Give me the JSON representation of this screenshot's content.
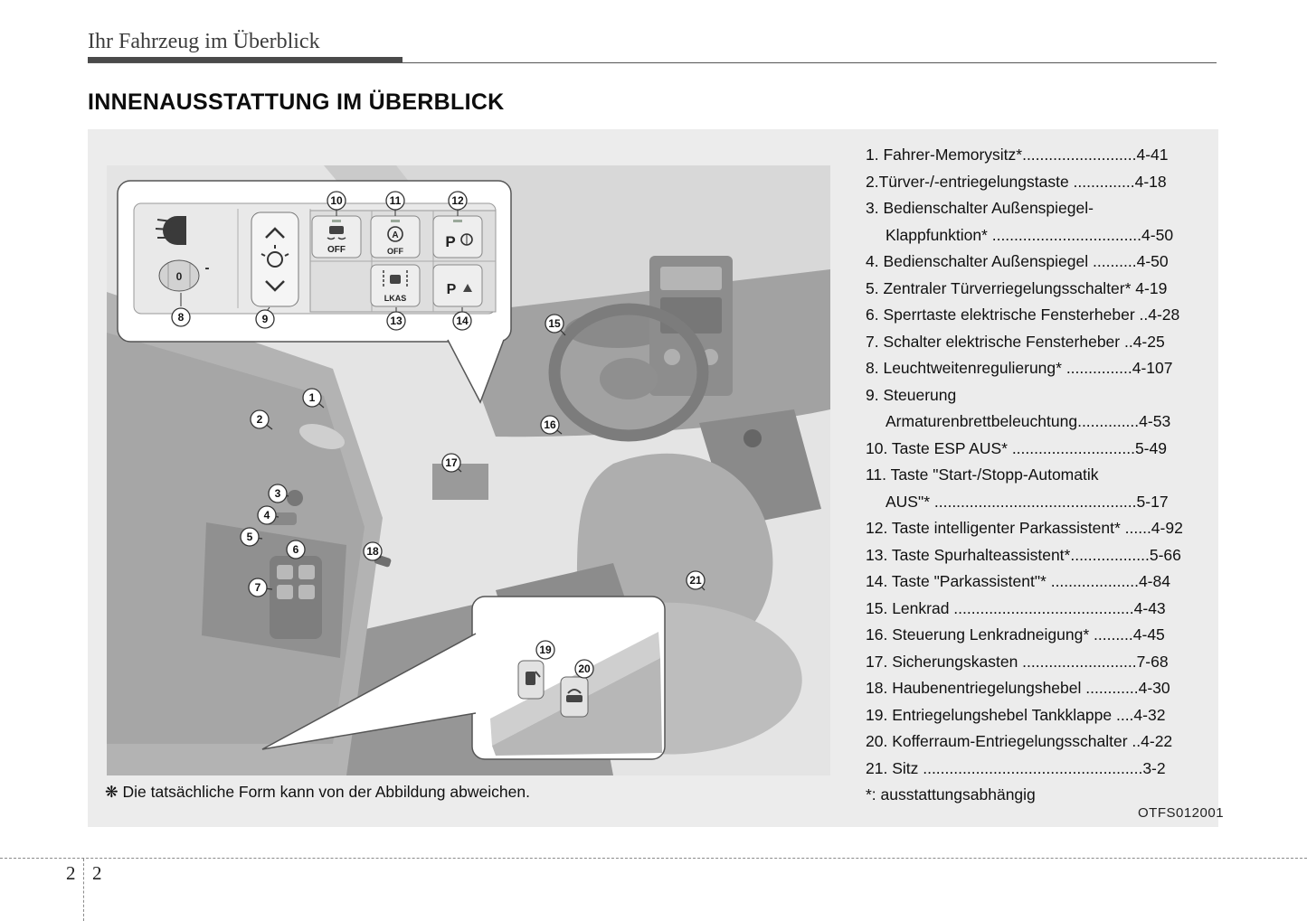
{
  "page": {
    "chapter_header": "Ihr Fahrzeug im Überblick",
    "section_title": "INNENAUSSTATTUNG IM ÜBERBLICK",
    "footnote": "❋ Die tatsächliche Form kann von der Abbildung abweichen.",
    "image_code": "OTFS012001",
    "footer_chapter": "2",
    "footer_page": "2"
  },
  "index": {
    "lines": [
      {
        "text": "1. Fahrer-Memorysitz*..........................4-41",
        "indent": false
      },
      {
        "text": "2.Türver-/-entriegelungstaste ..............4-18",
        "indent": false
      },
      {
        "text": "3. Bedienschalter Außenspiegel-",
        "indent": false
      },
      {
        "text": "Klappfunktion* ..................................4-50",
        "indent": true
      },
      {
        "text": "4. Bedienschalter Außenspiegel ..........4-50",
        "indent": false
      },
      {
        "text": "5. Zentraler Türverriegelungsschalter* 4-19",
        "indent": false
      },
      {
        "text": "6. Sperrtaste elektrische Fensterheber ..4-28",
        "indent": false
      },
      {
        "text": "7. Schalter elektrische Fensterheber ..4-25",
        "indent": false
      },
      {
        "text": "8. Leuchtweitenregulierung* ...............4-107",
        "indent": false
      },
      {
        "text": "9. Steuerung",
        "indent": false
      },
      {
        "text": "Armaturenbrettbeleuchtung..............4-53",
        "indent": true
      },
      {
        "text": "10. Taste ESP AUS* ............................5-49",
        "indent": false
      },
      {
        "text": "11. Taste \"Start-/Stopp-Automatik",
        "indent": false
      },
      {
        "text": "AUS\"* ..............................................5-17",
        "indent": true
      },
      {
        "text": "12. Taste intelligenter Parkassistent* ......4-92",
        "indent": false
      },
      {
        "text": "13. Taste Spurhalteassistent*..................5-66",
        "indent": false
      },
      {
        "text": "14. Taste \"Parkassistent\"* ....................4-84",
        "indent": false
      },
      {
        "text": "15. Lenkrad .........................................4-43",
        "indent": false
      },
      {
        "text": "16. Steuerung Lenkradneigung* .........4-45",
        "indent": false
      },
      {
        "text": "17. Sicherungskasten ..........................7-68",
        "indent": false
      },
      {
        "text": "18. Haubenentriegelungshebel ............4-30",
        "indent": false
      },
      {
        "text": "19. Entriegelungshebel Tankklappe ....4-32",
        "indent": false
      },
      {
        "text": "20. Kofferraum-Entriegelungsschalter ..4-22",
        "indent": false
      },
      {
        "text": "21. Sitz ..................................................3-2",
        "indent": false
      },
      {
        "text": "*: ausstattungsabhängig",
        "indent": false
      }
    ]
  },
  "illustration": {
    "markers": [
      "1",
      "2",
      "3",
      "4",
      "5",
      "6",
      "7",
      "8",
      "9",
      "10",
      "11",
      "12",
      "13",
      "14",
      "15",
      "16",
      "17",
      "18",
      "19",
      "20",
      "21"
    ],
    "panel": {
      "dial_zero": "0",
      "dial_minus": "-",
      "esp_off": "OFF",
      "auto_a": "A",
      "auto_off": "OFF",
      "park_p": "P",
      "lkas_label": "LKAS",
      "park_warn_p": "P"
    }
  }
}
